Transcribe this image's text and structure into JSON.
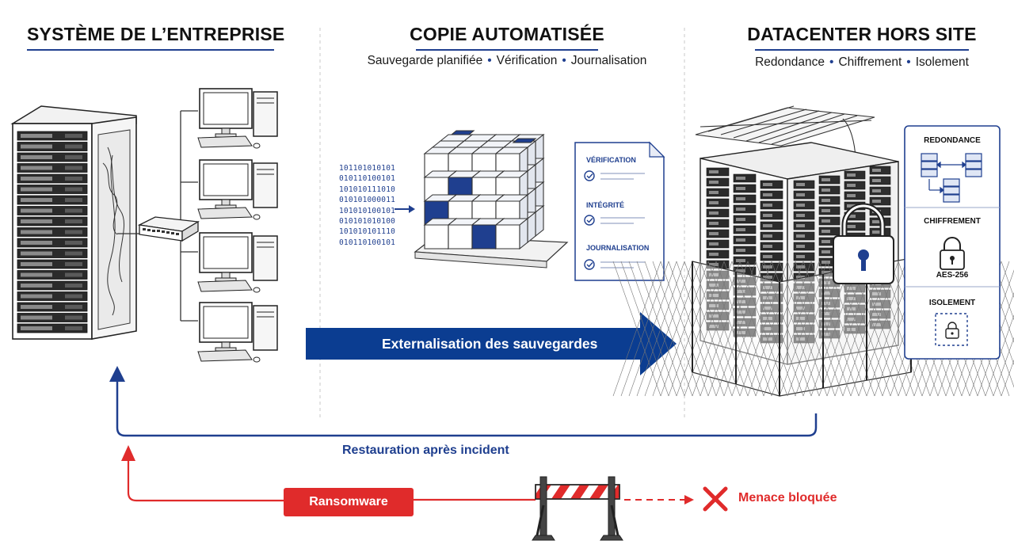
{
  "columns": {
    "left": {
      "title": "SYSTÈME DE L’ENTREPRISE"
    },
    "middle": {
      "title": "COPIE AUTOMATISÉE",
      "subtitle_items": [
        "Sauvegarde planifiée",
        "Vérification",
        "Journalisation"
      ]
    },
    "right": {
      "title": "DATACENTER HORS SITE",
      "subtitle_items": [
        "Redondance",
        "Chiffrement",
        "Isolement"
      ]
    }
  },
  "binary_lines": [
    "101101010101",
    "010110100101",
    "101010111010",
    "010101000011",
    "101010100101",
    "010101010100",
    "101010101110",
    "010110100101"
  ],
  "document": {
    "items": [
      "VÉRIFICATION",
      "INTÉGRITÉ",
      "JOURNALISATION"
    ]
  },
  "security_panel": {
    "redundancy_label": "REDONDANCE",
    "encryption_label": "CHIFFREMENT",
    "encryption_standard": "AES-256",
    "isolation_label": "ISOLEMENT"
  },
  "flows": {
    "outsourcing_label": "Externalisation des sauvegardes",
    "restore_label": "Restauration après incident",
    "ransomware_label": "Ransomware",
    "blocked_label": "Menace bloquée"
  },
  "colors": {
    "accent_blue": "#1f3f8f",
    "threat_red": "#e02b2b"
  },
  "icons": [
    "server-rack-icon",
    "network-switch-icon",
    "desktop-computer-icon",
    "data-cube-icon",
    "checklist-document-icon",
    "datacenter-icon",
    "padlock-icon",
    "barrier-icon",
    "cross-icon"
  ]
}
